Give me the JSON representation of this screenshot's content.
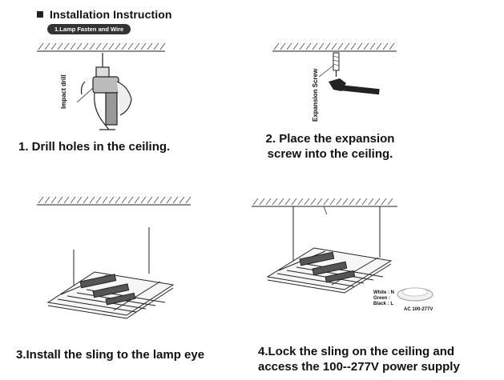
{
  "header": {
    "title": "Installation Instruction",
    "section_pill": "1.Lamp Fasten and Wire"
  },
  "steps": [
    {
      "caption": "1. Drill holes in the ceiling.",
      "tool_label": "Impact drill"
    },
    {
      "caption_line1": "2. Place the expansion",
      "caption_line2": "screw into the ceiling.",
      "tool_label": "Expansion Screw"
    },
    {
      "caption": "3.Install the sling to the lamp eye"
    },
    {
      "caption_line1": "4.Lock the sling on the ceiling and",
      "caption_line2": "access the 100--277V power supply",
      "wire_labels": {
        "white": "White : N",
        "green": "Green :",
        "black": "Black : L"
      },
      "supply_label": "AC 100-277V"
    }
  ],
  "icons": [
    "square-bullet-icon",
    "impact-drill-icon",
    "expansion-screw-icon",
    "hammer-icon",
    "ceiling-hatch-icon",
    "grow-light-fixture-icon",
    "power-plug-icon"
  ]
}
